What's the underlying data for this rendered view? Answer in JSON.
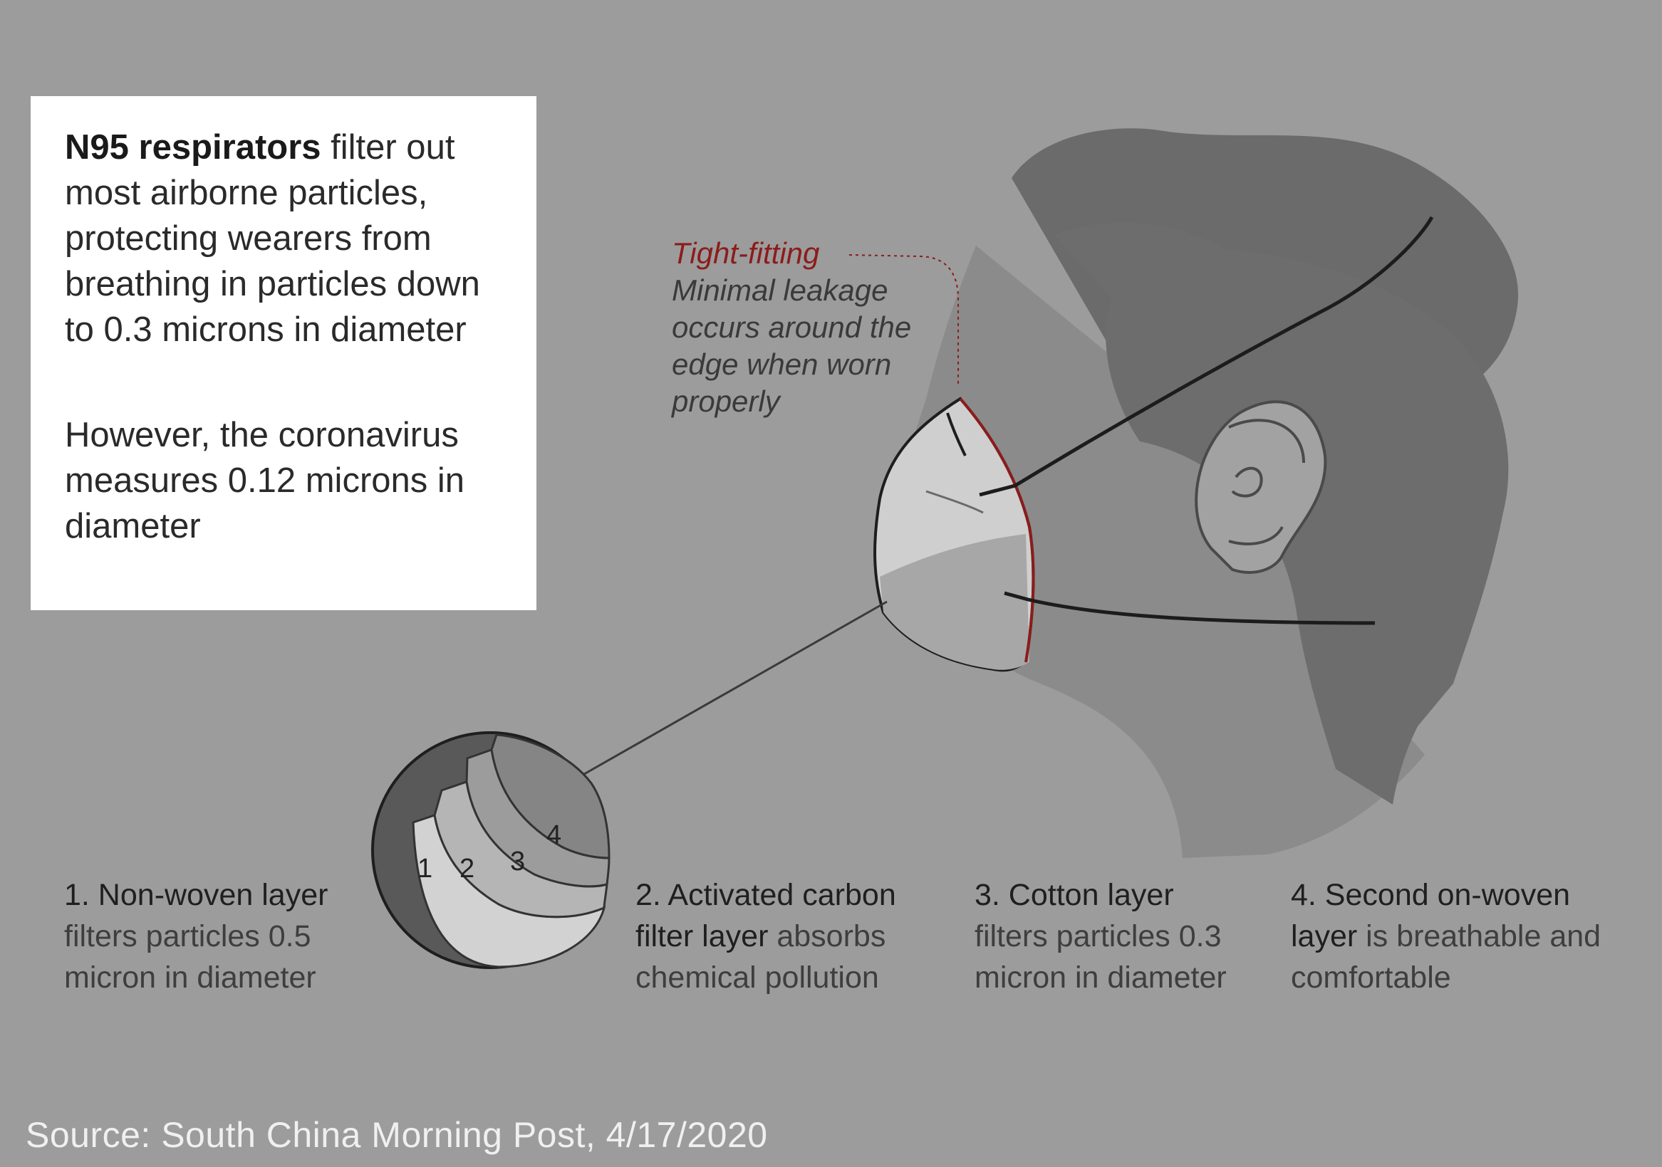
{
  "infobox": {
    "bold_lead": "N95 respirators",
    "text1": " filter out most airborne particles, protecting wearers from breathing in particles down to 0.3 microns in diameter",
    "text2": "However, the coronavirus measures 0.12 microns in diameter"
  },
  "callout": {
    "title": "Tight-fitting",
    "text": "Minimal leakage occurs around the edge when worn properly"
  },
  "layer_numbers": [
    "1",
    "2",
    "3",
    "4"
  ],
  "layers": [
    {
      "head": "1. Non-woven layer",
      "rest": "filters particles 0.5 micron in diameter"
    },
    {
      "head": "2. Activated carbon filter layer",
      "rest": " absorbs chemical pollution"
    },
    {
      "head": "3. Cotton layer",
      "rest": "filters particles 0.3 micron in diameter"
    },
    {
      "head": "4. Second on-woven layer",
      "rest": " is breathable and comfortable"
    }
  ],
  "source": "Source: South China Morning Post, 4/17/2020",
  "colors": {
    "background": "#9c9c9c",
    "head": "#6b6b6b",
    "skin": "#8a8a8a",
    "accent": "#8c1c1c"
  },
  "icons": [
    "head-silhouette",
    "mask",
    "ear",
    "strap",
    "layer-circle"
  ]
}
